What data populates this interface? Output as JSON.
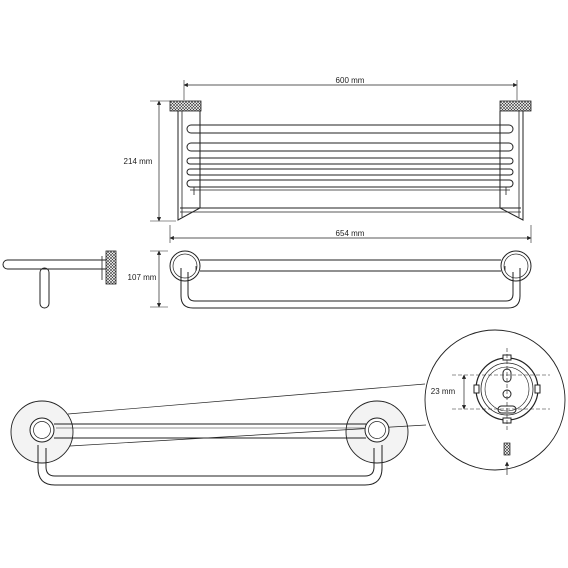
{
  "dimensions": {
    "width_label": "600 mm",
    "overall_width_label": "654 mm",
    "height_label": "214 mm",
    "depth_label": "107 mm",
    "hole_spacing_label": "23 mm"
  },
  "colors": {
    "line": "#222222",
    "hatch": "#555555",
    "circle_fill": "#f3f3f3"
  }
}
